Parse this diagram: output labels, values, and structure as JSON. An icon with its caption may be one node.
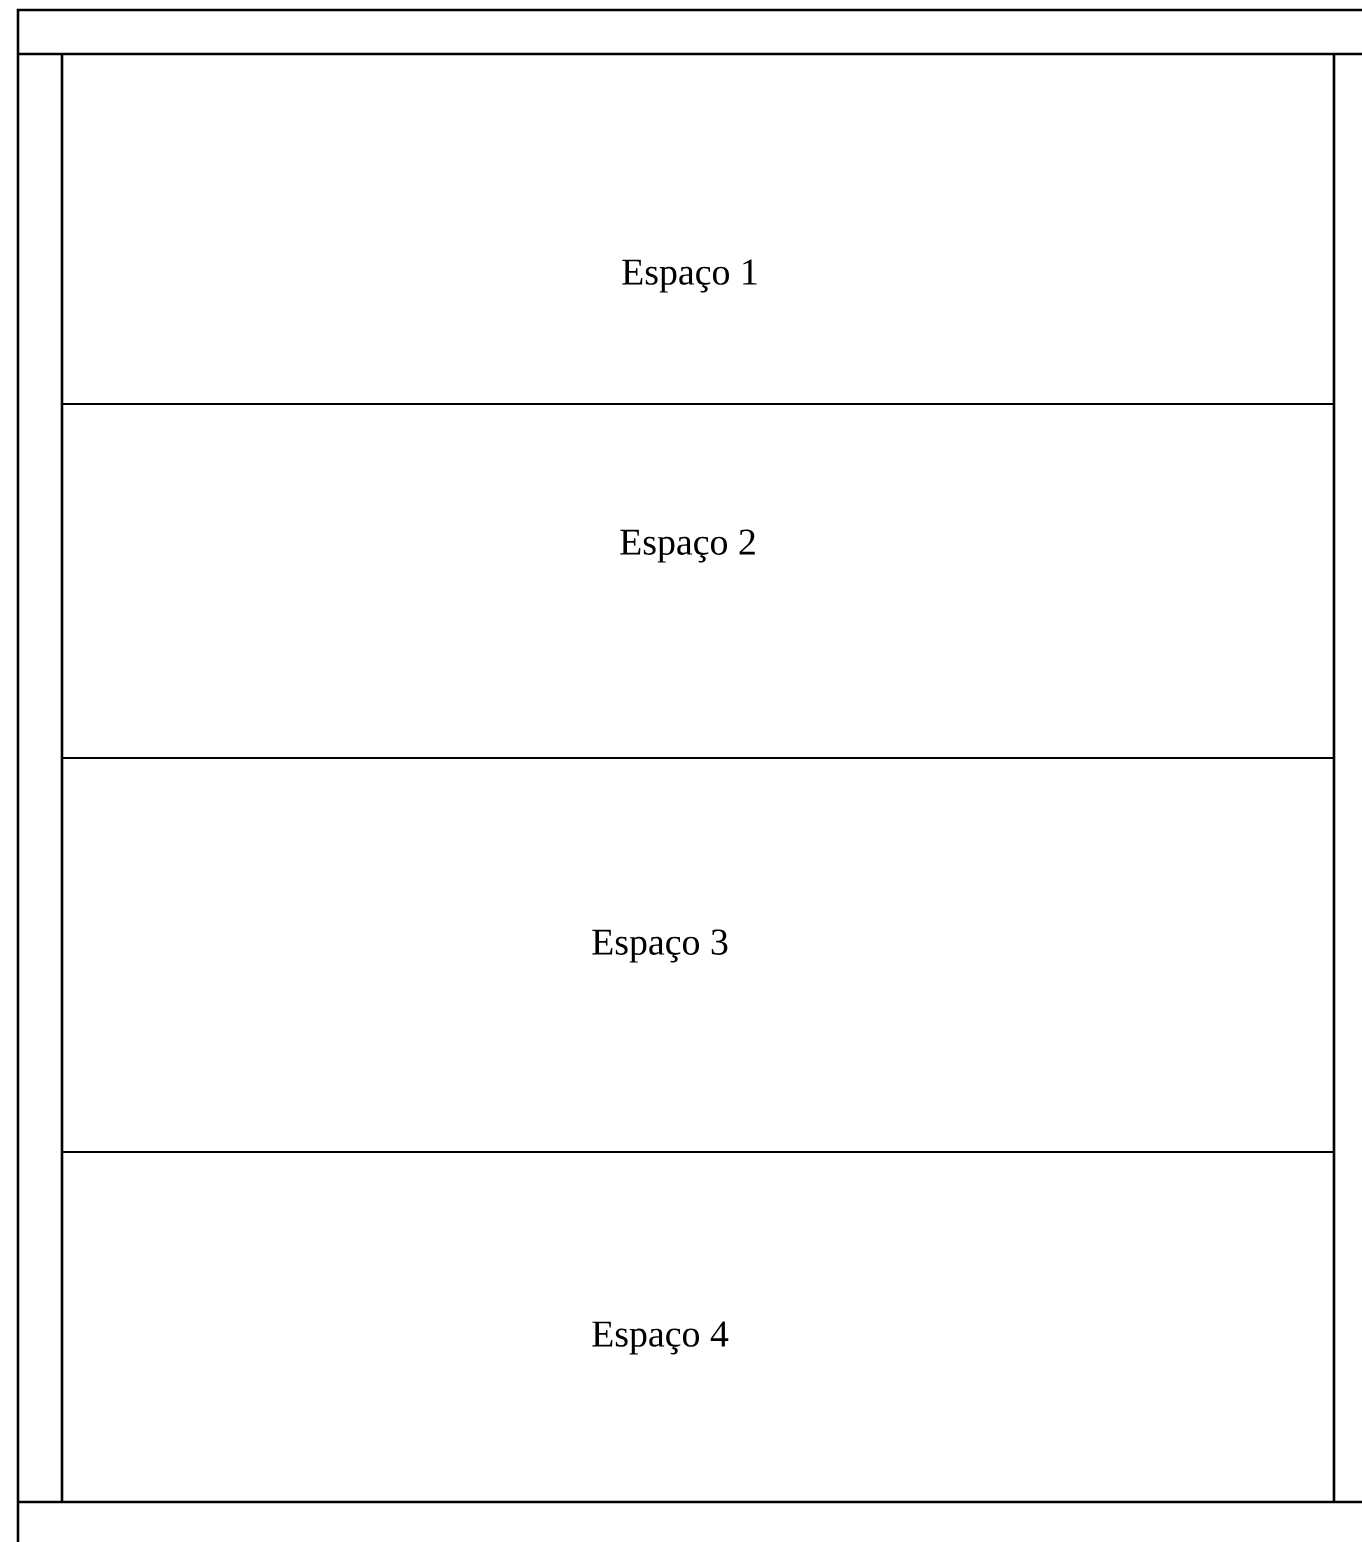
{
  "diagram": {
    "nodes": [
      {
        "text": [
          "Espaço 1"
        ]
      },
      {
        "text": [
          "Espaço 2"
        ]
      },
      {
        "text": [
          "Espaço 3"
        ]
      },
      {
        "text": [
          "Espaço 4"
        ]
      }
    ]
  }
}
